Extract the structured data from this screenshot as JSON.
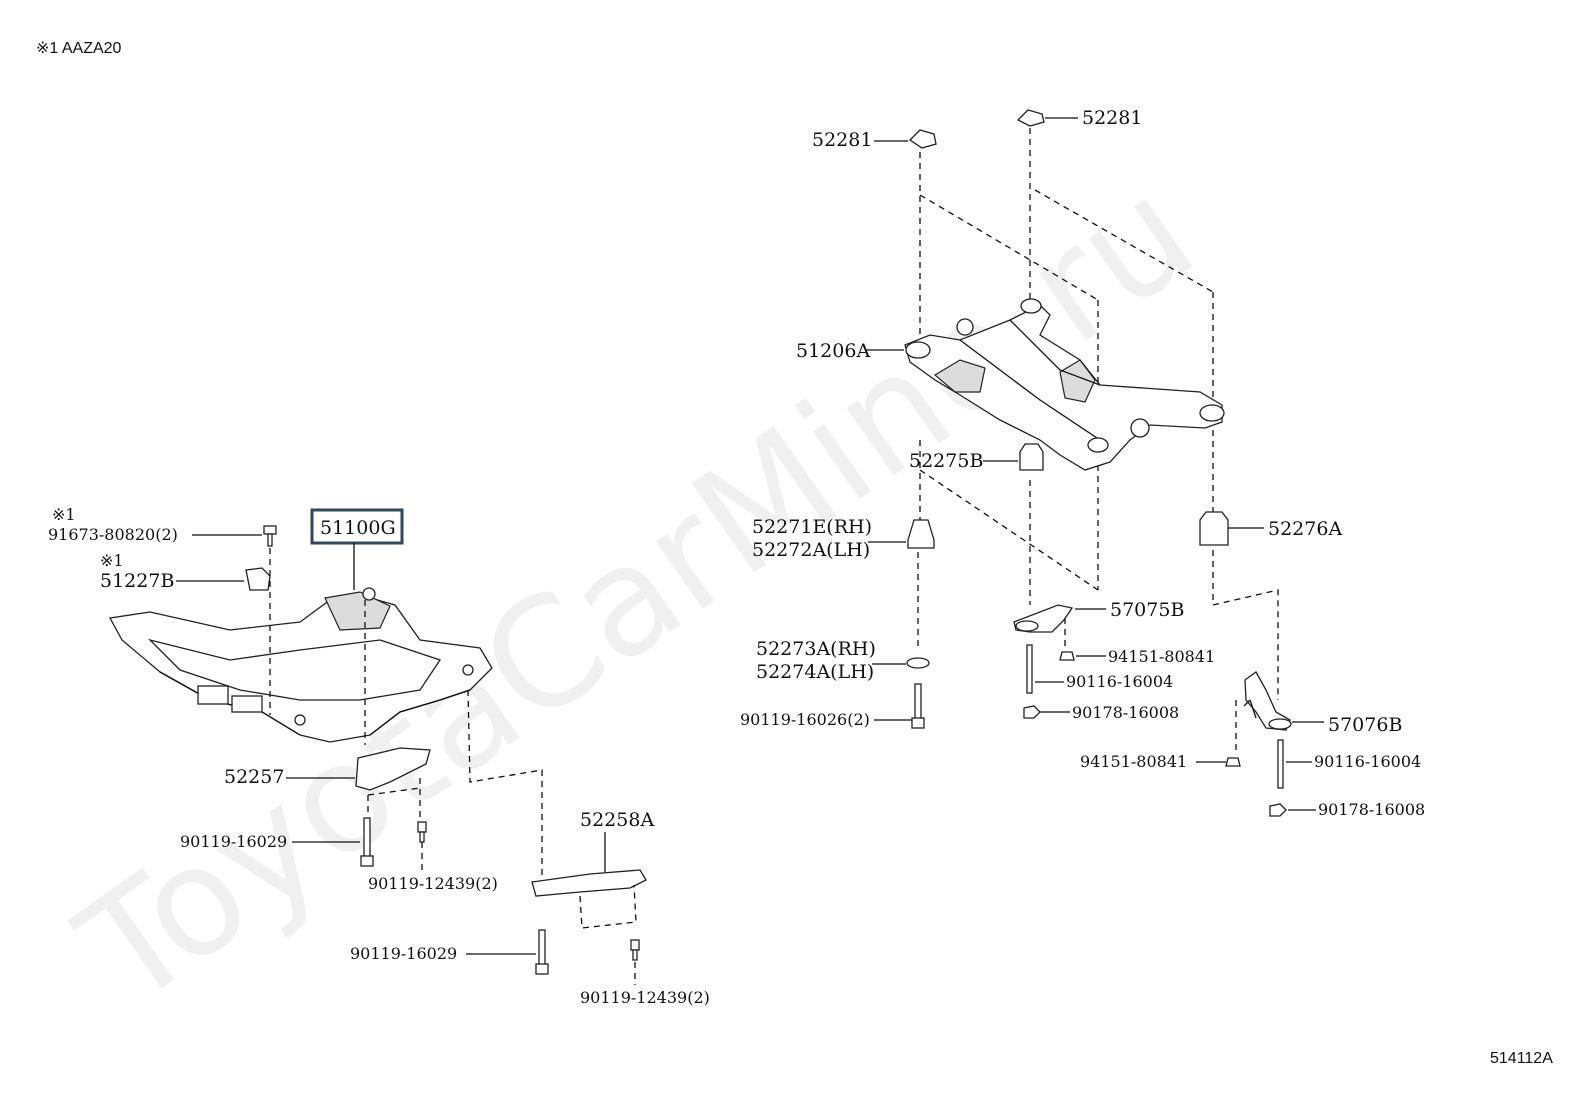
{
  "header_note": "※1 AAZA20",
  "watermark": "ToyotaCarMine.ru",
  "illustration_code": "514112A",
  "labels": {
    "p51100G": "51100G",
    "p91673": "91673-80820(2)",
    "note1a": "※1",
    "p51227B": "51227B",
    "note1b": "※1",
    "p52257": "52257",
    "p90119_16029_a": "90119-16029",
    "p90119_12439_a": "90119-12439(2)",
    "p52258A": "52258A",
    "p90119_16029_b": "90119-16029",
    "p90119_12439_b": "90119-12439(2)",
    "p52281_a": "52281",
    "p52281_b": "52281",
    "p51206A": "51206A",
    "p52275B": "52275B",
    "p52271E": "52271E(RH)",
    "p52272A": "52272A(LH)",
    "p52276A": "52276A",
    "p57075B": "57075B",
    "p94151_a": "94151-80841",
    "p90116_a": "90116-16004",
    "p90178_a": "90178-16008",
    "p52273A": "52273A(RH)",
    "p52274A": "52274A(LH)",
    "p90119_16026": "90119-16026(2)",
    "p57076B": "57076B",
    "p94151_b": "94151-80841",
    "p90116_b": "90116-16004",
    "p90178_b": "90178-16008"
  },
  "colors": {
    "highlight_box": "#2f4a5a",
    "ink": "#111111"
  }
}
